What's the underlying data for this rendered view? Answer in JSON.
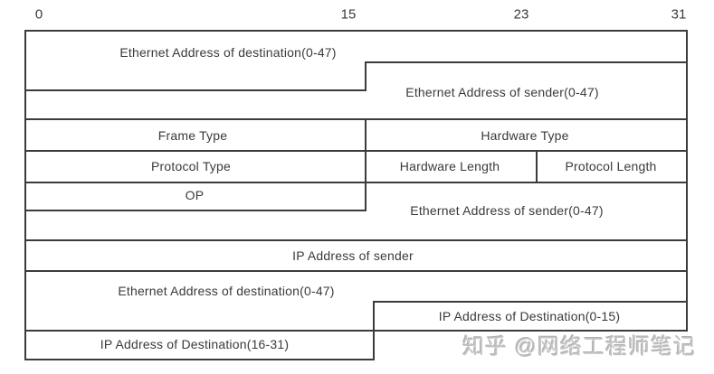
{
  "ruler": {
    "t0": "0",
    "t15": "15",
    "t23": "23",
    "t31": "31"
  },
  "fields": {
    "eth_dst_top": "Ethernet Address of destination(0-47)",
    "eth_src_top": "Ethernet Address of sender(0-47)",
    "frame_type": "Frame Type",
    "hardware_type": "Hardware Type",
    "protocol_type": "Protocol Type",
    "hardware_length": "Hardware Length",
    "protocol_length": "Protocol Length",
    "op": "OP",
    "eth_src_arp": "Ethernet Address of sender(0-47)",
    "ip_src": "IP Address of sender",
    "eth_dst_arp": "Ethernet Address of destination(0-47)",
    "ip_dst_high": "IP Address of Destination(0-15)",
    "ip_dst_low": "IP Address of Destination(16-31)"
  },
  "watermark": "知乎 @网络工程师笔记",
  "colors": {
    "line": "#3b3b3b",
    "text": "#3a3a3a",
    "watermark": "#c3c3c3",
    "background": "#ffffff"
  }
}
